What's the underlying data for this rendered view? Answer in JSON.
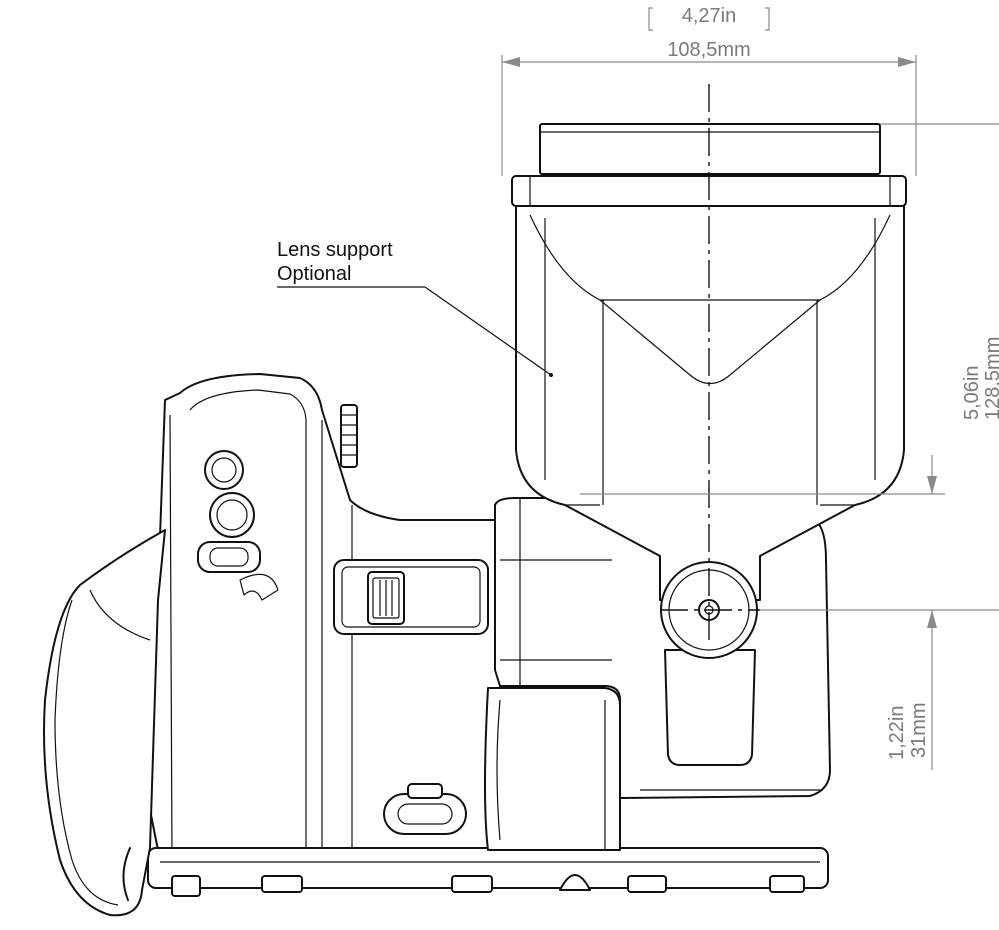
{
  "annotation": {
    "line1": "Lens support",
    "line2": "Optional"
  },
  "dimensions": {
    "width_in": "4,27in",
    "width_mm": "108,5mm",
    "height_in": "5,06in",
    "height_mm": "128,5mm",
    "offset_in": "1,22in",
    "offset_mm": "31mm"
  },
  "colors": {
    "lines": "#111111",
    "dimensions": "#8a8a8a"
  }
}
